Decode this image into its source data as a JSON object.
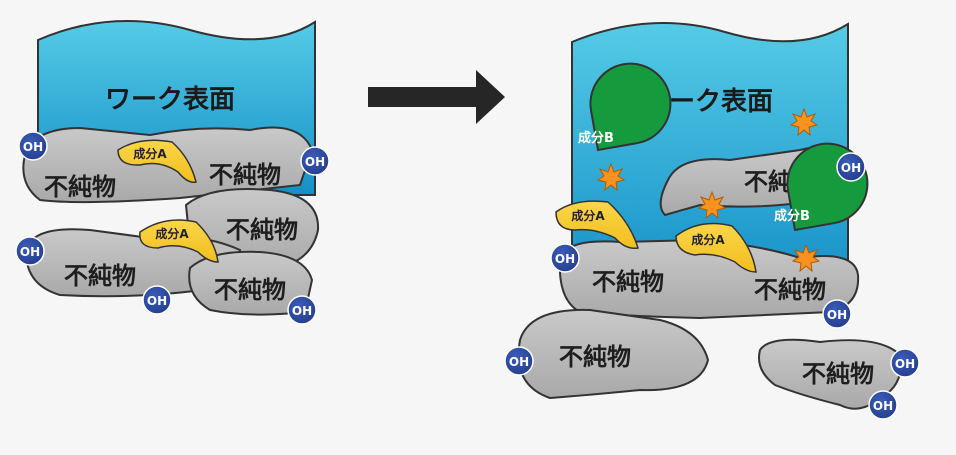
{
  "labels": {
    "surface": "ワーク表面",
    "impurity": "不純物",
    "hydroxyl": "OH",
    "component_a": "成分A",
    "component_b": "成分B"
  },
  "colors": {
    "surface_top": "#55cbe6",
    "surface_bottom": "#1590c8",
    "impurity_fill": "#a9a9a9",
    "oh_fill": "#243e8f",
    "component_a_fill": "#f2be1e",
    "component_b_fill": "#169a3e",
    "spark_fill": "#f7931e",
    "arrow_fill": "#262626"
  },
  "arrow_icon": "right-arrow-icon"
}
